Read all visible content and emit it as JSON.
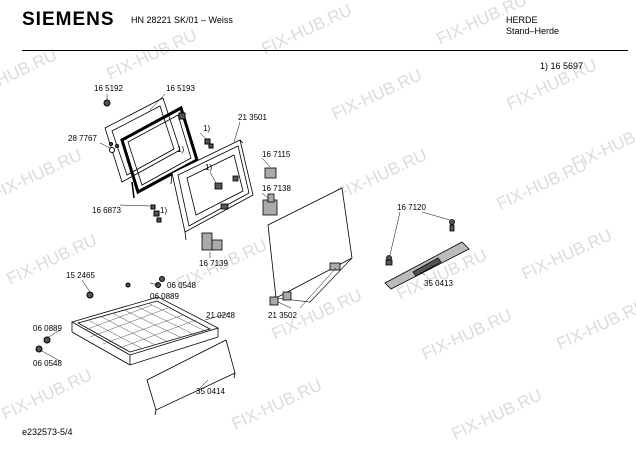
{
  "header": {
    "brand": "SIEMENS",
    "model": "HN 28221 SK/01 – Weiss",
    "category": "HERDE",
    "subcategory": "Stand–Herde",
    "note": "1) 16 5697"
  },
  "footer": {
    "doc_id": "e232573-5/4"
  },
  "watermark": {
    "text": "FIX-HUB.RU",
    "color": "#dcdcdc"
  },
  "parts": [
    "16 5192",
    "16 5193",
    "28 7767",
    "1)",
    "21 3501",
    "1)",
    "16 7115",
    "1)",
    "16 7138",
    "16 6873",
    "1)",
    "16 7139",
    "16 7120",
    "21 3502",
    "35 0413",
    "15 2465",
    "06 0548",
    "06 0889",
    "06 0889",
    "06 0548",
    "21 0248",
    "35 0414"
  ]
}
